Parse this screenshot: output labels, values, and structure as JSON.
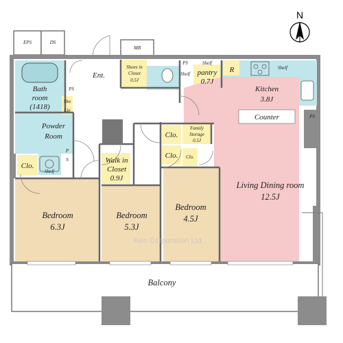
{
  "compass": {
    "letter": "N"
  },
  "top_labels": {
    "eps": "EPS",
    "ds": "DS",
    "mb": "MB"
  },
  "rooms": {
    "entrance": "Ent.",
    "shoes_line1": "Shoes in",
    "shoes_line2": "Closet",
    "shoes_size": "0.5J",
    "ps_top": "PS",
    "shelf_top_a": "Shelf",
    "shelf_top_b": "Shelf",
    "pantry_label": "pantry",
    "pantry_size": "0.7J",
    "refrigerator": "R",
    "shelf_kitchen": "Shelf",
    "kitchen_label": "Kitchen",
    "kitchen_size": "3.8J",
    "counter": "Counter",
    "ps_right": "PS",
    "bath_line1": "Bath",
    "bath_line2": "room",
    "bath_size": "(1418)",
    "ps_bath": "PS",
    "sho": "Sho",
    "lin": "Lin",
    "powder_line1": "Powder",
    "powder_line2": "Room",
    "clo_left": "Clo.",
    "shelf_wash": "Shelf",
    "ps_vert_p": "P",
    "ps_vert_s": "S",
    "walkin_line1": "Walk in",
    "walkin_line2": "Closet",
    "walkin_size": "0.9J",
    "clo_mid1": "Clo.",
    "clo_mid2": "Clo.",
    "clo_small": "Clo.",
    "family_line1": "Family",
    "family_line2": "Storage",
    "family_size": "0.5J",
    "ldr_label": "Living Dining room",
    "ldr_size": "12.5J",
    "bed1_label": "Bedroom",
    "bed1_size": "6.3J",
    "bed2_label": "Bedroom",
    "bed2_size": "5.3J",
    "bed3_label": "Bedroom",
    "bed3_size": "4.5J",
    "balcony": "Balcony"
  },
  "watermark": "Ken Corporation Ltd.",
  "colors": {
    "bedroom": "#f1dcb6",
    "wet": "#bfe6ea",
    "living": "#f6c9cb",
    "closet": "#fbf1b0",
    "wall": "#8c8c8c",
    "outline": "#666666"
  }
}
